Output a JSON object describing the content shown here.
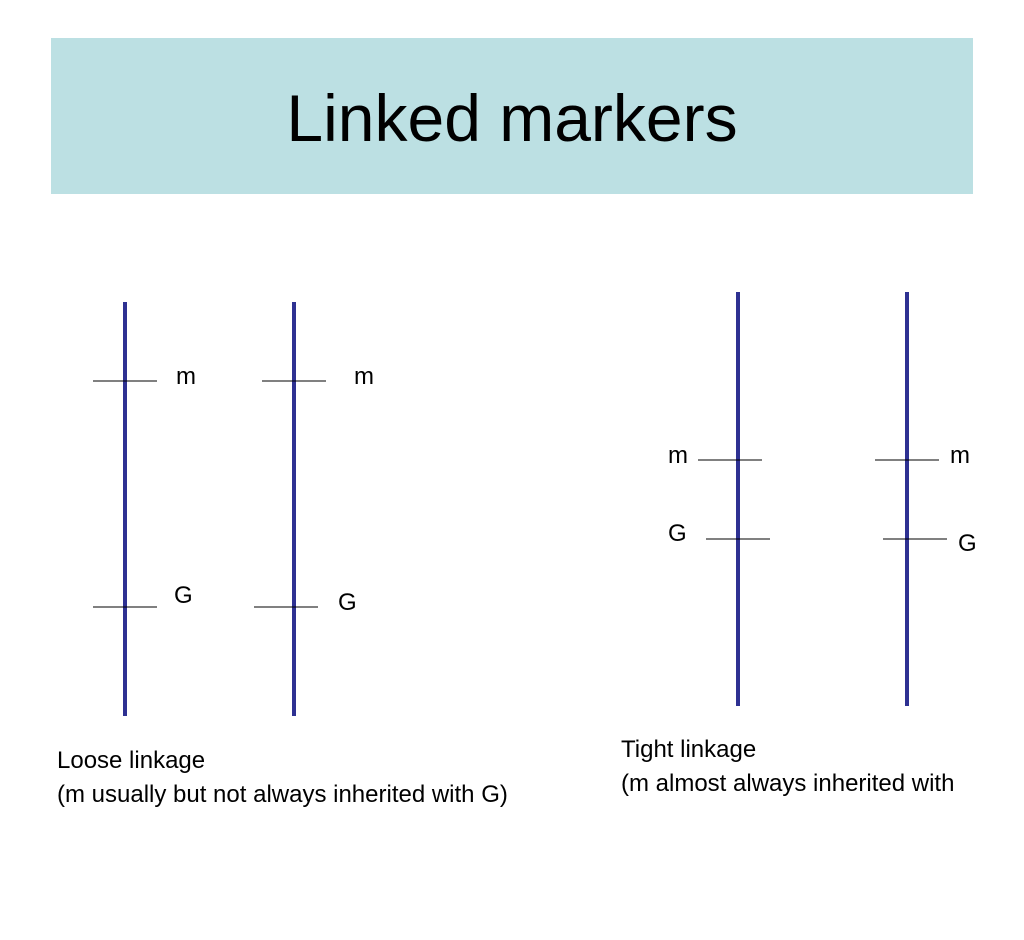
{
  "title": "Linked markers",
  "colors": {
    "banner": "#bce0e3",
    "chromosome": "#2e3192",
    "tick": "#000000"
  },
  "loose": {
    "chrom1": {
      "m": "m",
      "G": "G"
    },
    "chrom2": {
      "m": "m",
      "G": "G"
    },
    "caption_line1": "Loose linkage",
    "caption_line2": "(m usually but not always inherited with G)"
  },
  "tight": {
    "chrom1": {
      "m": "m",
      "G": "G"
    },
    "chrom2": {
      "m": "m",
      "G": "G"
    },
    "caption_line1": "Tight linkage",
    "caption_line2": "(m almost always inherited with"
  }
}
